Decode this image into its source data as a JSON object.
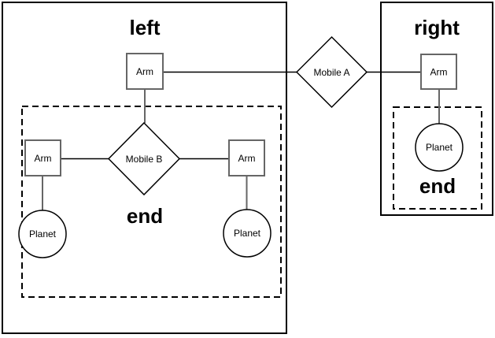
{
  "diagram": {
    "groups": {
      "left": {
        "title": "left"
      },
      "right": {
        "title": "right"
      },
      "left_end": {
        "title": "end"
      },
      "right_end": {
        "title": "end"
      }
    },
    "nodes": {
      "mobile_a": {
        "label": "Mobile A"
      },
      "mobile_b": {
        "label": "Mobile B"
      },
      "arm_top": {
        "label": "Arm"
      },
      "arm_right": {
        "label": "Arm"
      },
      "arm_inner_left": {
        "label": "Arm"
      },
      "arm_inner_right": {
        "label": "Arm"
      },
      "planet_inner_left": {
        "label": "Planet"
      },
      "planet_inner_right": {
        "label": "Planet"
      },
      "planet_right": {
        "label": "Planet"
      }
    },
    "colors": {
      "background": "#ffffff",
      "shape_stroke": "#000000",
      "connector_gray": "#666666",
      "label_color": "#000000"
    }
  }
}
